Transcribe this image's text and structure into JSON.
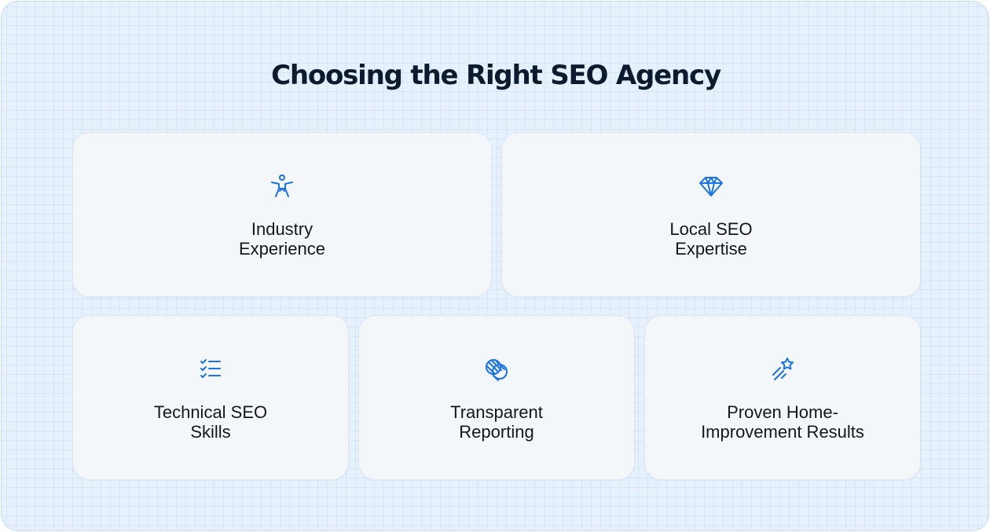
{
  "title": "Choosing the Right SEO Agency",
  "accent_color": "#1a73e8",
  "cards": [
    {
      "icon": "accessibility-person-icon",
      "label": "Industry\nExperience"
    },
    {
      "icon": "diamond-icon",
      "label": "Local SEO\nExpertise"
    },
    {
      "icon": "checklist-icon",
      "label": "Technical SEO\nSkills"
    },
    {
      "icon": "striped-circles-icon",
      "label": "Transparent\nReporting"
    },
    {
      "icon": "shooting-star-icon",
      "label": "Proven Home-\nImprovement Results"
    }
  ]
}
